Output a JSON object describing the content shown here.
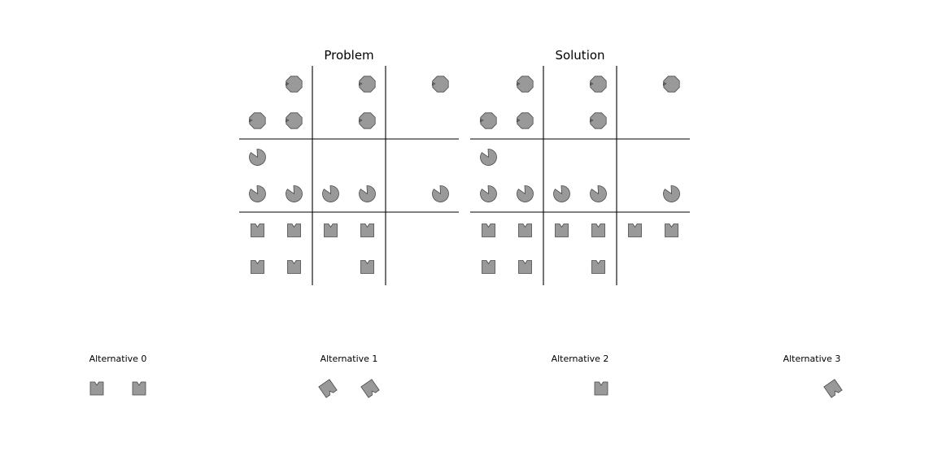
{
  "problem": {
    "title": "Problem",
    "rows": [
      [
        "_",
        "octagon",
        "_",
        "octagon",
        "_",
        "octagon"
      ],
      [
        "octagon",
        "octagon",
        "_",
        "octagon",
        "_",
        "_"
      ],
      [
        "pacman",
        "_",
        "_",
        "_",
        "_",
        "_"
      ],
      [
        "pacman",
        "pacman",
        "pacman",
        "pacman",
        "_",
        "pacman"
      ],
      [
        "notch-square",
        "notch-square",
        "notch-square",
        "notch-square",
        "_",
        "_"
      ],
      [
        "notch-square",
        "notch-square",
        "_",
        "notch-square",
        "_",
        "_"
      ]
    ]
  },
  "solution": {
    "title": "Solution",
    "rows": [
      [
        "_",
        "octagon",
        "_",
        "octagon",
        "_",
        "octagon"
      ],
      [
        "octagon",
        "octagon",
        "_",
        "octagon",
        "_",
        "_"
      ],
      [
        "pacman",
        "_",
        "_",
        "_",
        "_",
        "_"
      ],
      [
        "pacman",
        "pacman",
        "pacman",
        "pacman",
        "_",
        "pacman"
      ],
      [
        "notch-square",
        "notch-square",
        "notch-square",
        "notch-square",
        "notch-square",
        "notch-square"
      ],
      [
        "notch-square",
        "notch-square",
        "_",
        "notch-square",
        "_",
        "_"
      ]
    ]
  },
  "alternatives": [
    {
      "label": "Alternative 0",
      "shapes": [
        {
          "shape": "notch-square",
          "rotation_deg": 0
        },
        {
          "shape": "notch-square",
          "rotation_deg": 0
        }
      ]
    },
    {
      "label": "Alternative 1",
      "shapes": [
        {
          "shape": "notch-square",
          "rotation_deg": 145
        },
        {
          "shape": "notch-square",
          "rotation_deg": 145
        }
      ]
    },
    {
      "label": "Alternative 2",
      "shapes": [
        {
          "shape": "notch-square",
          "rotation_deg": 0
        }
      ]
    },
    {
      "label": "Alternative 3",
      "shapes": [
        {
          "shape": "notch-square",
          "rotation_deg": 145
        }
      ]
    }
  ],
  "colors": {
    "shape_fill": "#999999",
    "shape_stroke": "#4a4a4a",
    "lines": "#000000"
  }
}
